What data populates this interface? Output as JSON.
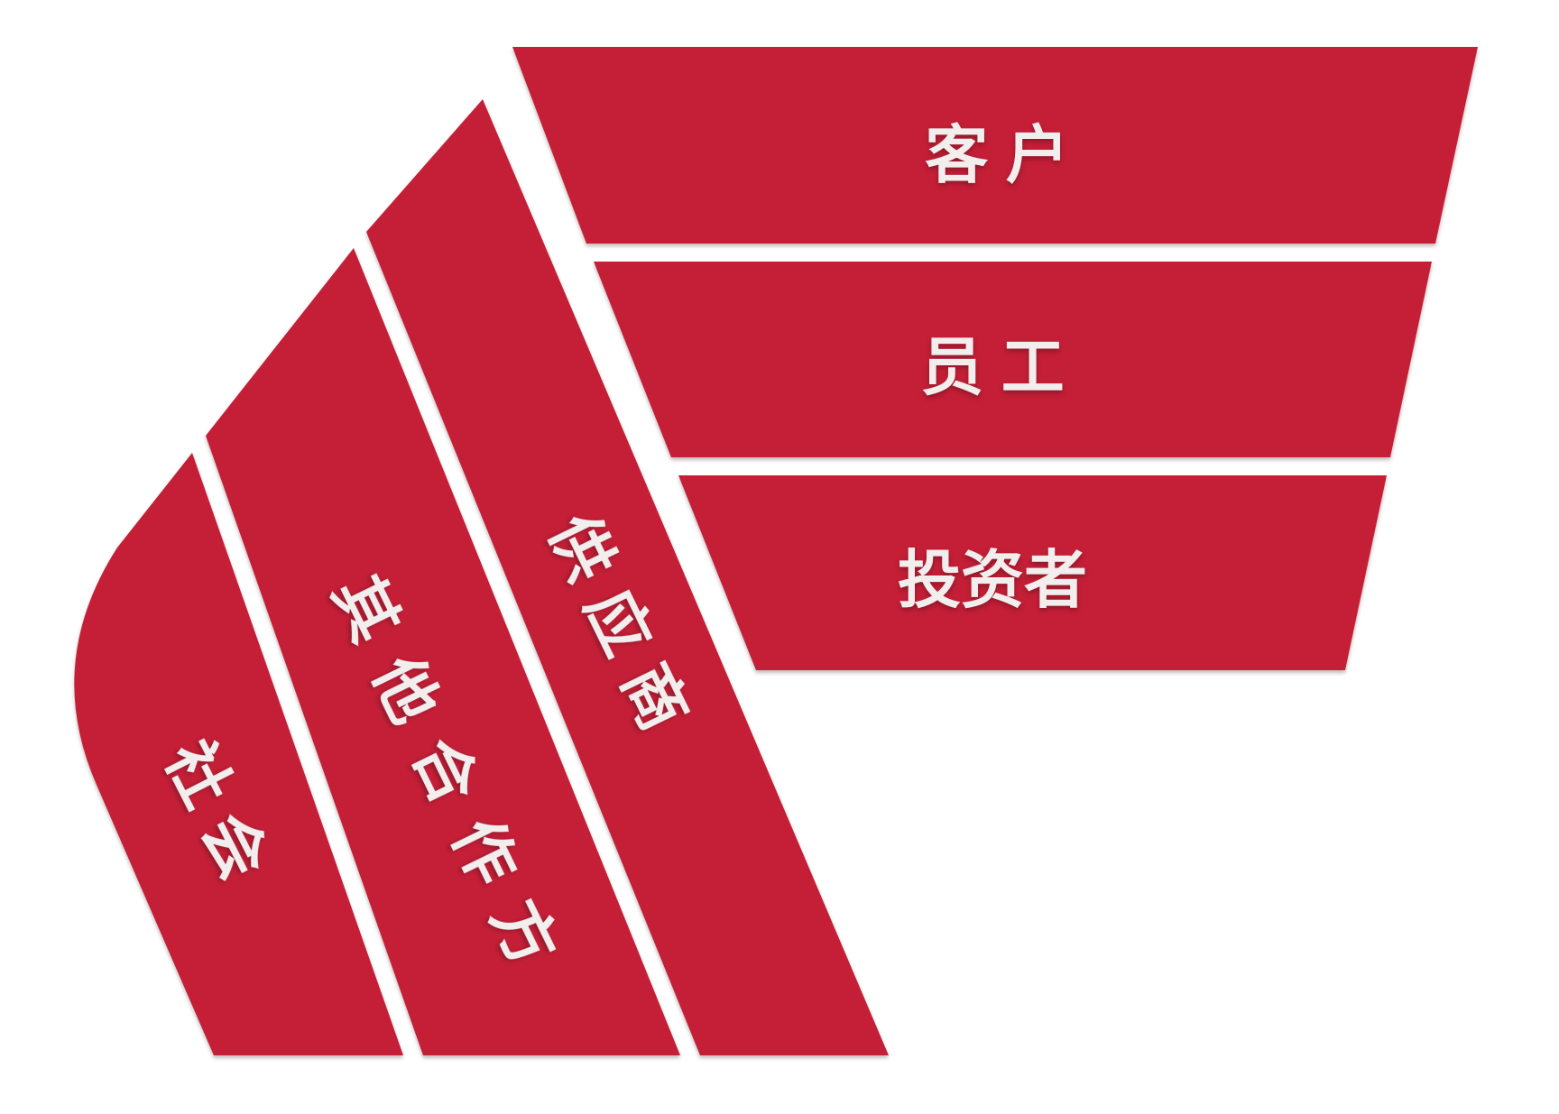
{
  "diagram": {
    "name": "stakeholder-ribbon-fan",
    "colors": {
      "band_red": "#C51F37",
      "label_text": "#F2EEEE",
      "background": "#FFFFFF"
    },
    "bands": {
      "horizontal": [
        {
          "id": "customers",
          "label": "客 户"
        },
        {
          "id": "employees",
          "label": "员 工"
        },
        {
          "id": "investors",
          "label": "投资者"
        }
      ],
      "diagonal": [
        {
          "id": "suppliers",
          "label": "供应商"
        },
        {
          "id": "other-partners",
          "label": "其他合作方"
        },
        {
          "id": "society",
          "label": "社 会"
        }
      ]
    }
  }
}
